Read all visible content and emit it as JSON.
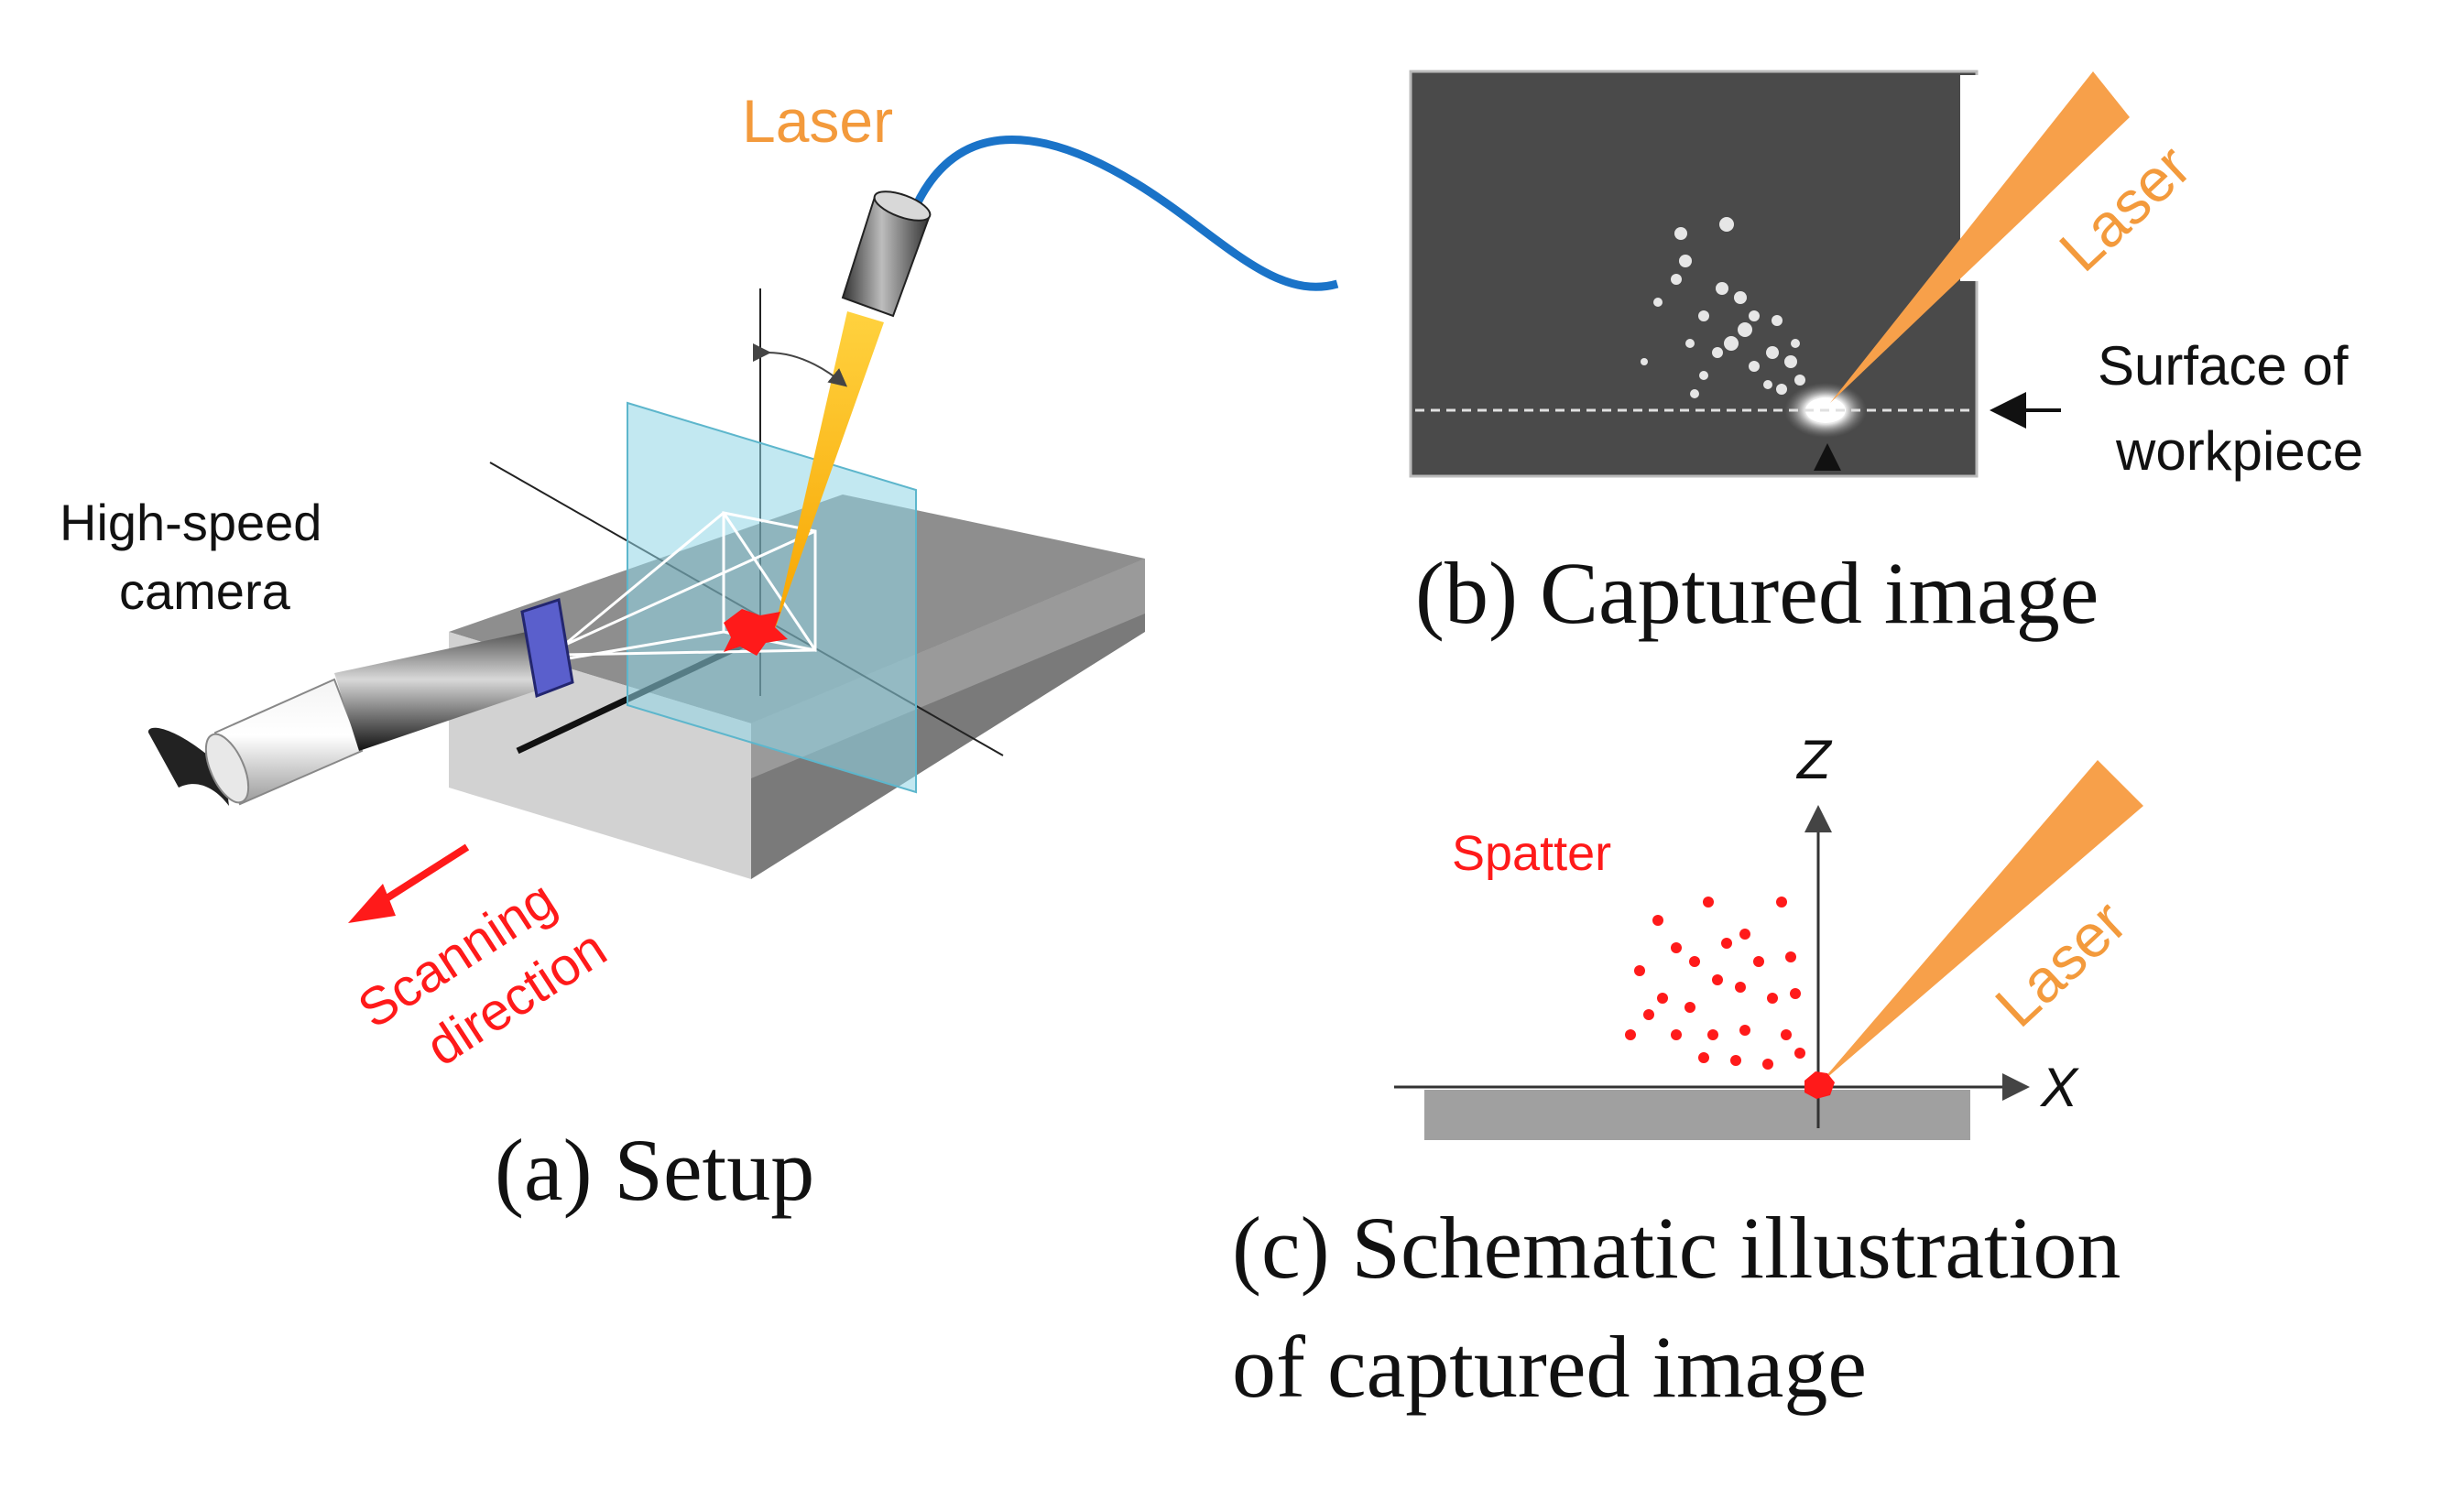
{
  "panel_a": {
    "laser_label": "Laser",
    "camera_label_line1": "High-speed",
    "camera_label_line2": "camera",
    "scanning_label_line1": "Scanning",
    "scanning_label_line2": "direction",
    "caption": "(a) Setup"
  },
  "panel_b": {
    "laser_label": "Laser",
    "surface_label_line1": "Surface of",
    "surface_label_line2": "workpiece",
    "caption": "(b) Captured image"
  },
  "panel_c": {
    "spatter_label": "Spatter",
    "laser_label": "Laser",
    "z_axis_label": "Z",
    "x_axis_label": "X",
    "caption_line1": "(c) Schematic illustration",
    "caption_line2": "of captured image"
  },
  "colors": {
    "laser_orange": "#f7a04a",
    "laser_text": "#f39a3c",
    "spatter_red": "#ff1a1a",
    "fiber_blue": "#1a73c8",
    "workpiece_gray": "#a0a0a0",
    "plane_cyan": "#8fd6e6",
    "photo_bg": "#4a4a4a"
  }
}
